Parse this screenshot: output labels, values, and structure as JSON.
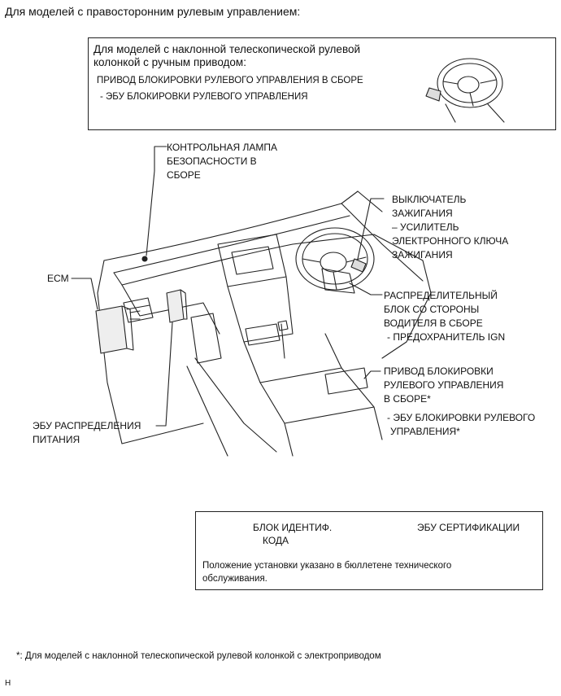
{
  "title": "Для моделей с правосторонним рулевым управлением:",
  "top_box": {
    "header_line1": "Для моделей с наклонной телескопической рулевой",
    "header_line2": "колонкой с ручным приводом:",
    "item1": "ПРИВОД БЛОКИРОВКИ РУЛЕВОГО УПРАВЛЕНИЯ В СБОРЕ",
    "item2": "- ЭБУ БЛОКИРОВКИ РУЛЕВОГО УПРАВЛЕНИЯ"
  },
  "labels": {
    "security_lamp": [
      "КОНТРОЛЬНАЯ ЛАМПА",
      "БЕЗОПАСНОСТИ В",
      "СБОРЕ"
    ],
    "ecm": "ECM",
    "ignition_switch": [
      "ВЫКЛЮЧАТЕЛЬ",
      "ЗАЖИГАНИЯ",
      "– УСИЛИТЕЛЬ",
      "ЭЛЕКТРОННОГО КЛЮЧА",
      "ЗАЖИГАНИЯ"
    ],
    "junction_block": [
      "РАСПРЕДЕЛИТЕЛЬНЫЙ",
      "БЛОК СО СТОРОНЫ",
      "ВОДИТЕЛЯ В СБОРЕ",
      "- ПРЕДОХРАНИТЕЛЬ IGN"
    ],
    "steering_lock": [
      "ПРИВОД БЛОКИРОВКИ",
      "РУЛЕВОГО УПРАВЛЕНИЯ",
      "В СБОРЕ*"
    ],
    "steering_lock_ecu": [
      "- ЭБУ БЛОКИРОВКИ РУЛЕВОГО",
      "УПРАВЛЕНИЯ*"
    ],
    "power_ecu": [
      "ЭБУ РАСПРЕДЕЛЕНИЯ",
      "ПИТАНИЯ"
    ]
  },
  "bottom_box": {
    "id_code_box": [
      "БЛОК ИДЕНТИФ.",
      "КОДА"
    ],
    "cert_ecu": "ЭБУ СЕРТИФИКАЦИИ",
    "note_line1": "Положение установки указано в бюллетене технического",
    "note_line2": "обслуживания."
  },
  "footnote": "*: Для моделей с наклонной телескопической рулевой колонкой с электроприводом",
  "corner_mark": "H"
}
